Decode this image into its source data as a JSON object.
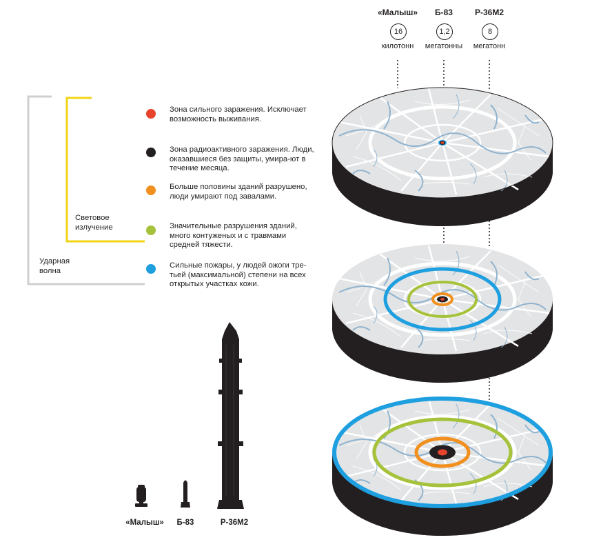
{
  "weapons": [
    {
      "name": "«Малыш»",
      "yield": "16",
      "unit": "килотонн"
    },
    {
      "name": "Б-83",
      "yield": "1,2",
      "unit": "мегатонны"
    },
    {
      "name": "Р-36М2",
      "yield": "8",
      "unit": "мегатонн"
    }
  ],
  "legend": [
    {
      "color": "#e8432c",
      "text": "Зона сильного заражения. Исключает возможность выживания."
    },
    {
      "color": "#231f20",
      "text": "Зона радиоактивного заражения. Люди, оказавшиеся без защиты, умира-ют в течение месяца."
    },
    {
      "color": "#f1901f",
      "text": "Больше половины зданий разрушено, люди умирают под завалами."
    },
    {
      "color": "#a6c23b",
      "text": "Значительные разрушения зданий, много контуженых и с травмами средней тяжести."
    },
    {
      "color": "#1e9fe0",
      "text": "Сильные пожары, у людей ожоги тре-тьей (максимальной) степени на всех открытых участках кожи."
    }
  ],
  "brackets": {
    "light": "Световое излучение",
    "shock": "Ударная волна"
  },
  "rockets": [
    "«Малыш»",
    "Б-83",
    "Р-36М2"
  ],
  "colors": {
    "bracket_light": "#f2d416",
    "bracket_shock": "#cfcfcf",
    "disc_map": "#e3e4e5",
    "disc_side": "#231f20",
    "rivers": "#8fb3cf"
  }
}
